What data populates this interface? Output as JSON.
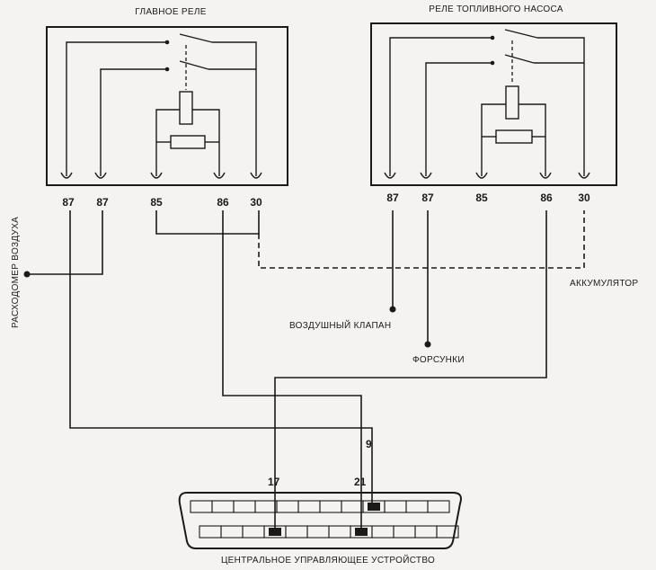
{
  "main_relay": {
    "title": "ГЛАВНОЕ РЕЛЕ",
    "pins": [
      "87",
      "87",
      "85",
      "86",
      "30"
    ]
  },
  "pump_relay": {
    "title": "РЕЛЕ ТОПЛИВНОГО НАСОСА",
    "pins": [
      "87",
      "87",
      "85",
      "86",
      "30"
    ]
  },
  "labels": {
    "air_flow_meter": "РАСХОДОМЕР ВОЗДУХА",
    "battery": "АККУМУЛЯТОР",
    "air_valve": "ВОЗДУШНЫЙ КЛАПАН",
    "injectors": "ФОРСУНКИ",
    "ecu": "ЦЕНТРАЛЬНОЕ УПРАВЛЯЮЩЕЕ УСТРОЙСТВО"
  },
  "ecu_pins": {
    "pin_9": "9",
    "pin_17": "17",
    "pin_21": "21"
  }
}
